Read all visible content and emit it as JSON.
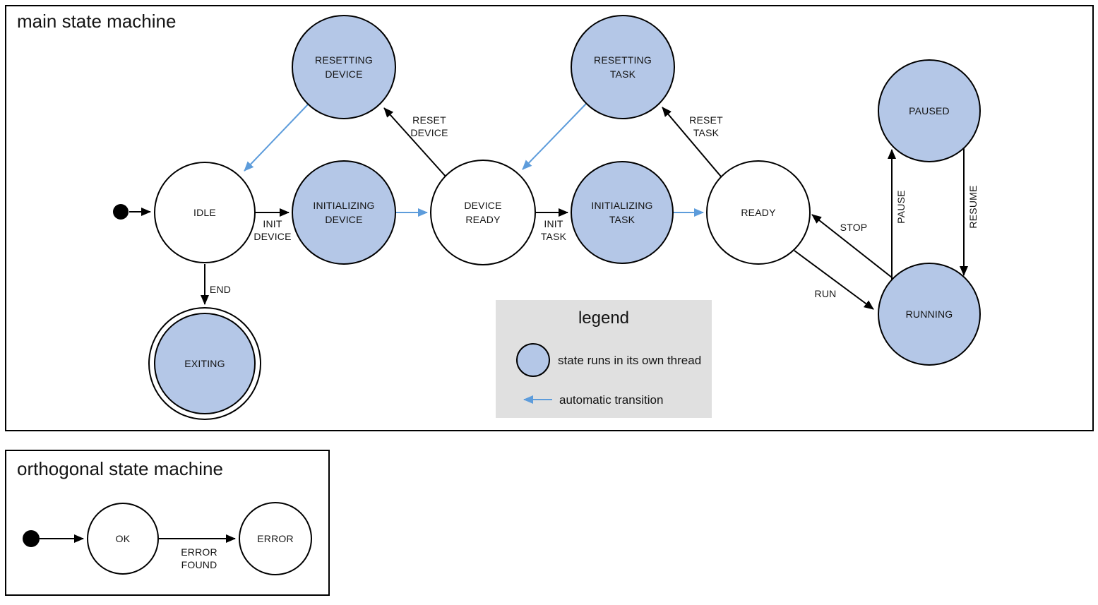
{
  "colors": {
    "state_fill": "#b4c7e7",
    "auto_transition": "#5d9cdb",
    "legend_bg": "#e0e0e0"
  },
  "main": {
    "title": "main state machine",
    "states": {
      "idle": "IDLE",
      "resetting_device": [
        "RESETTING",
        "DEVICE"
      ],
      "initializing_device": [
        "INITIALIZING",
        "DEVICE"
      ],
      "device_ready": [
        "DEVICE",
        "READY"
      ],
      "resetting_task": [
        "RESETTING",
        "TASK"
      ],
      "initializing_task": [
        "INITIALIZING",
        "TASK"
      ],
      "ready": "READY",
      "paused": "PAUSED",
      "running": "RUNNING",
      "exiting": "EXITING"
    },
    "transitions": {
      "init_device": [
        "INIT",
        "DEVICE"
      ],
      "reset_device": [
        "RESET",
        "DEVICE"
      ],
      "init_task": [
        "INIT",
        "TASK"
      ],
      "reset_task": [
        "RESET",
        "TASK"
      ],
      "stop": "STOP",
      "run": "RUN",
      "pause": "PAUSE",
      "resume": "RESUME",
      "end": "END"
    }
  },
  "legend": {
    "title": "legend",
    "thread_item": "state runs in its own thread",
    "auto_item": "automatic transition"
  },
  "ortho": {
    "title": "orthogonal state machine",
    "states": {
      "ok": "OK",
      "error": "ERROR"
    },
    "transitions": {
      "error_found": [
        "ERROR",
        "FOUND"
      ]
    }
  }
}
